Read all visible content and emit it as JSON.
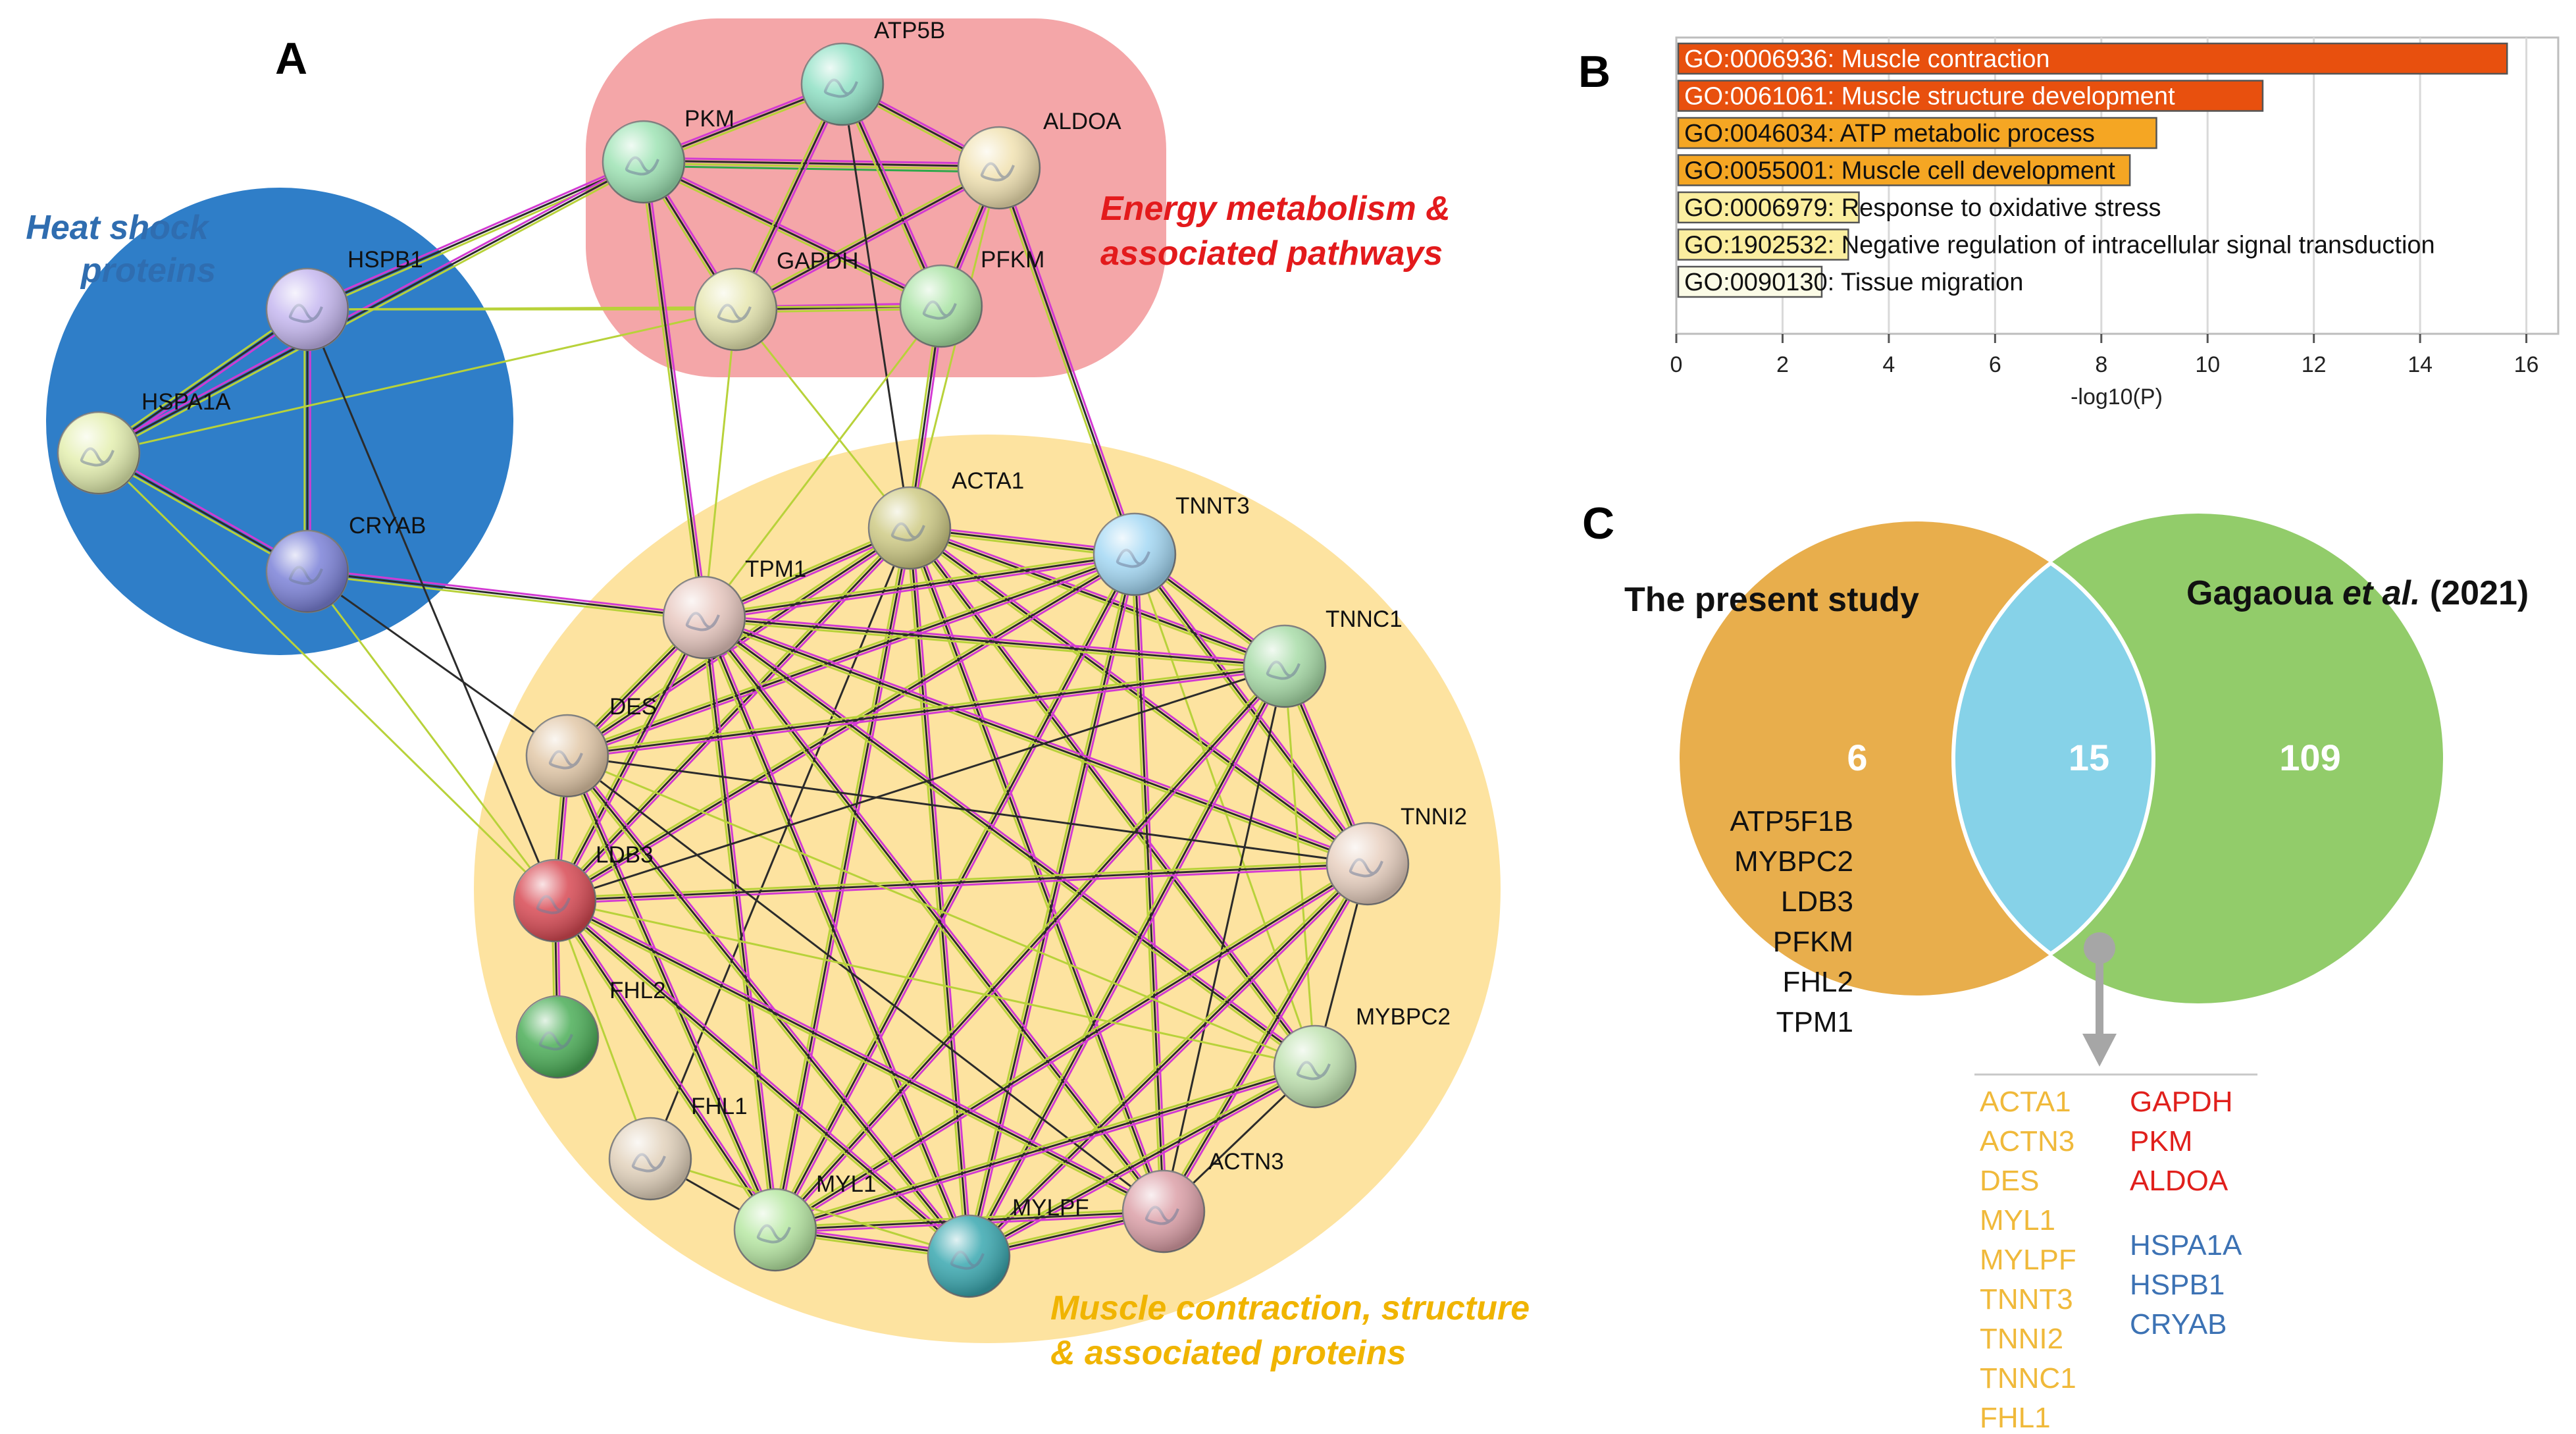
{
  "panels": {
    "a": "A",
    "b": "B",
    "c": "C"
  },
  "network": {
    "clusters": [
      {
        "key": "hsp",
        "label_lines": [
          "Heat shock",
          "proteins"
        ],
        "color": "#2f7ec8",
        "label_color": "#2f6db0"
      },
      {
        "key": "energy",
        "label_lines": [
          "Energy metabolism &",
          "associated pathways"
        ],
        "color": "#f4a6a8",
        "label_color": "#e31a1c"
      },
      {
        "key": "muscle",
        "label_lines": [
          "Muscle contraction, structure",
          "& associated proteins"
        ],
        "color": "#fde3a0",
        "label_color": "#f0b400"
      }
    ],
    "nodes": [
      {
        "id": "ATP5B",
        "label": "ATP5B",
        "color": "#8fe0c4"
      },
      {
        "id": "PKM",
        "label": "PKM",
        "color": "#9ee3b4"
      },
      {
        "id": "ALDOA",
        "label": "ALDOA",
        "color": "#f1e2b2"
      },
      {
        "id": "GAPDH",
        "label": "GAPDH",
        "color": "#e6e6b0"
      },
      {
        "id": "PFKM",
        "label": "PFKM",
        "color": "#a9e3a4"
      },
      {
        "id": "HSPB1",
        "label": "HSPB1",
        "color": "#c6b8f0"
      },
      {
        "id": "HSPA1A",
        "label": "HSPA1A",
        "color": "#e4efb0"
      },
      {
        "id": "CRYAB",
        "label": "CRYAB",
        "color": "#7c82d8"
      },
      {
        "id": "ACTA1",
        "label": "ACTA1",
        "color": "#cfcb86"
      },
      {
        "id": "TNNT3",
        "label": "TNNT3",
        "color": "#a4d8f4"
      },
      {
        "id": "TPM1",
        "label": "TPM1",
        "color": "#e8c8c0"
      },
      {
        "id": "TNNC1",
        "label": "TNNC1",
        "color": "#a8dca8"
      },
      {
        "id": "DES",
        "label": "DES",
        "color": "#e2c8a8"
      },
      {
        "id": "TNNI2",
        "label": "TNNI2",
        "color": "#e8d0c0"
      },
      {
        "id": "LDB3",
        "label": "LDB3",
        "color": "#d84a54"
      },
      {
        "id": "FHL2",
        "label": "FHL2",
        "color": "#4cae58"
      },
      {
        "id": "MYBPC2",
        "label": "MYBPC2",
        "color": "#bfe2b0"
      },
      {
        "id": "FHL1",
        "label": "FHL1",
        "color": "#e2d2bc"
      },
      {
        "id": "ACTN3",
        "label": "ACTN3",
        "color": "#dca0a8"
      },
      {
        "id": "MYL1",
        "label": "MYL1",
        "color": "#b8e8a4"
      },
      {
        "id": "MYLPF",
        "label": "MYLPF",
        "color": "#3aa8b0"
      }
    ]
  },
  "chart_data": {
    "type": "bar",
    "orientation": "horizontal",
    "categories": [
      "GO:0006936: Muscle contraction",
      "GO:0061061: Muscle structure development",
      "GO:0046034: ATP metabolic process",
      "GO:0055001: Muscle cell development",
      "GO:0006979: Response to oxidative stress",
      "GO:1902532: Negative regulation of intracellular signal transduction",
      "GO:0090130: Tissue migration"
    ],
    "values": [
      15.6,
      11.0,
      9.0,
      8.5,
      3.4,
      3.2,
      2.7
    ],
    "colors": [
      "#e8500e",
      "#e8500e",
      "#f5a623",
      "#f5a623",
      "#fbeea0",
      "#fbeea0",
      "#fbfbe6"
    ],
    "xlabel": "-log10(P)",
    "xticks": [
      0,
      2,
      4,
      6,
      8,
      10,
      12,
      14,
      16
    ],
    "xlim": [
      0,
      16.6
    ],
    "grid": true
  },
  "venn": {
    "left_title": "The present study",
    "right_title_prefix": "Gagaoua ",
    "right_title_italic": "et al.",
    "right_title_suffix": " (2021)",
    "left_count": "6",
    "overlap_count": "15",
    "right_count": "109",
    "left_color": "#e8ae4c",
    "right_color": "#92cc6a",
    "overlap_color": "#86d2e8",
    "left_only_genes": [
      "ATP5F1B",
      "MYBPC2",
      "LDB3",
      "PFKM",
      "FHL2",
      "TPM1"
    ],
    "shared_muscle_genes": [
      "ACTA1",
      "ACTN3",
      "DES",
      "MYL1",
      "MYLPF",
      "TNNT3",
      "TNNI2",
      "TNNC1",
      "FHL1"
    ],
    "shared_energy_genes": [
      "GAPDH",
      "PKM",
      "ALDOA"
    ],
    "shared_hsp_genes": [
      "HSPA1A",
      "HSPB1",
      "CRYAB"
    ],
    "muscle_color": "#f0b93a",
    "energy_color": "#e0201c",
    "hsp_color": "#3c72b4"
  }
}
